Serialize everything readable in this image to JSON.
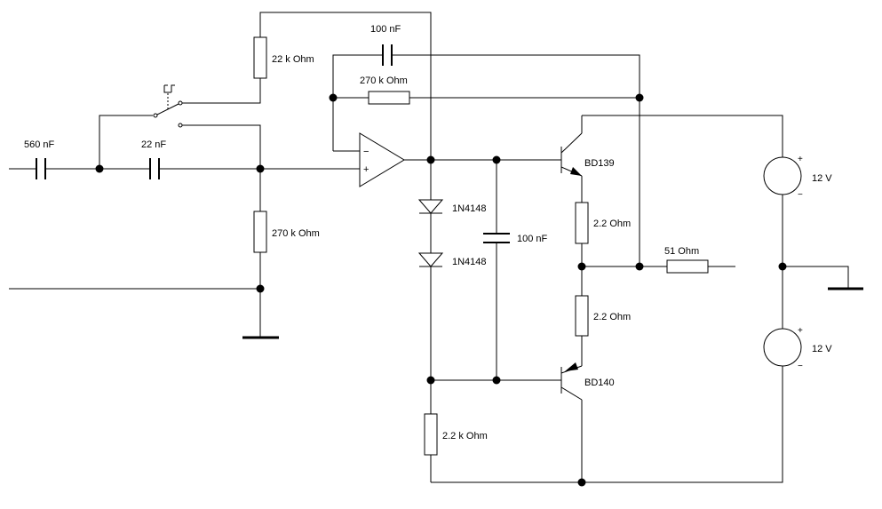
{
  "components": {
    "c_in": "560 nF",
    "c_hp": "22 nF",
    "r_top": "22 k Ohm",
    "r_bias": "270 k Ohm",
    "c_fb": "100 nF",
    "r_fb": "270 k Ohm",
    "d1": "1N4148",
    "d2": "1N4148",
    "c_mid": "100 nF",
    "r_low": "2.2 k Ohm",
    "q1": "BD139",
    "q2": "BD140",
    "re1": "2.2  Ohm",
    "re2": "2.2  Ohm",
    "r_out": "51  Ohm",
    "v1": "12 V",
    "v2": "12 V"
  },
  "opamp": {
    "minus": "−",
    "plus": "+"
  },
  "sources": {
    "plus": "+",
    "minus": "−"
  }
}
